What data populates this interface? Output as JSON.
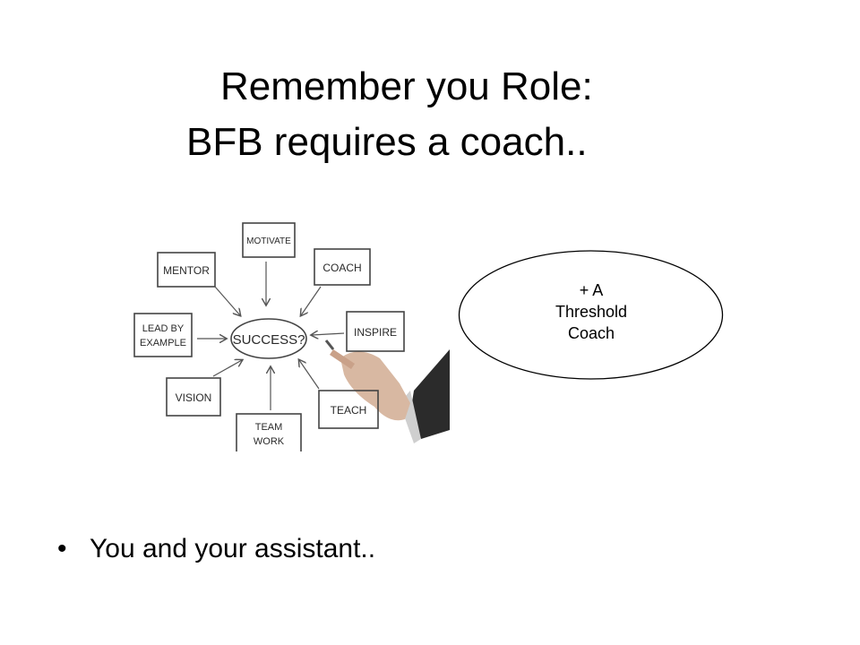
{
  "slide": {
    "title_line1": "Remember you Role:",
    "title_line2": "BFB requires a coach..",
    "diagram": {
      "center": "SUCCESS?",
      "boxes": {
        "motivate": "MOTIVATE",
        "mentor": "MENTOR",
        "coach": "COACH",
        "lead_line1": "LEAD BY",
        "lead_line2": "EXAMPLE",
        "inspire": "INSPIRE",
        "vision": "VISION",
        "team_line1": "TEAM",
        "team_line2": "WORK",
        "teach": "TEACH"
      }
    },
    "callout": {
      "line1": "+ A",
      "line2": "Threshold",
      "line3": "Coach"
    },
    "bullet": {
      "symbol": "•",
      "text": "You and your assistant.."
    }
  }
}
